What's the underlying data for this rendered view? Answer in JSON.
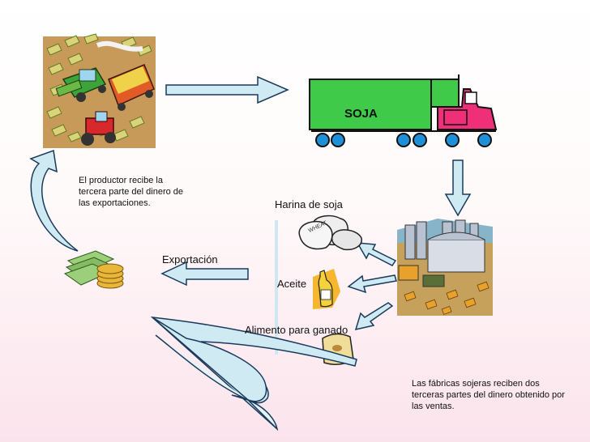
{
  "truck": {
    "cargo_label": "SOJA"
  },
  "notes": {
    "producer": "El productor recibe la tercera parte del dinero de las exportaciones.",
    "factories": "Las fábricas sojeras reciben dos terceras partes del dinero obtenido por las ventas."
  },
  "products": {
    "flour": "Harina de soja",
    "flour_bag_print": "WHEAT",
    "oil": "Aceite",
    "feed": "Alimento para ganado"
  },
  "export_label": "Exportación",
  "colors": {
    "arrow_fill": "#cfeaf3",
    "arrow_stroke": "#1a3a5c",
    "truck_green": "#3fca4a",
    "truck_cab": "#ef2f78",
    "wheel": "#1e90d8"
  }
}
